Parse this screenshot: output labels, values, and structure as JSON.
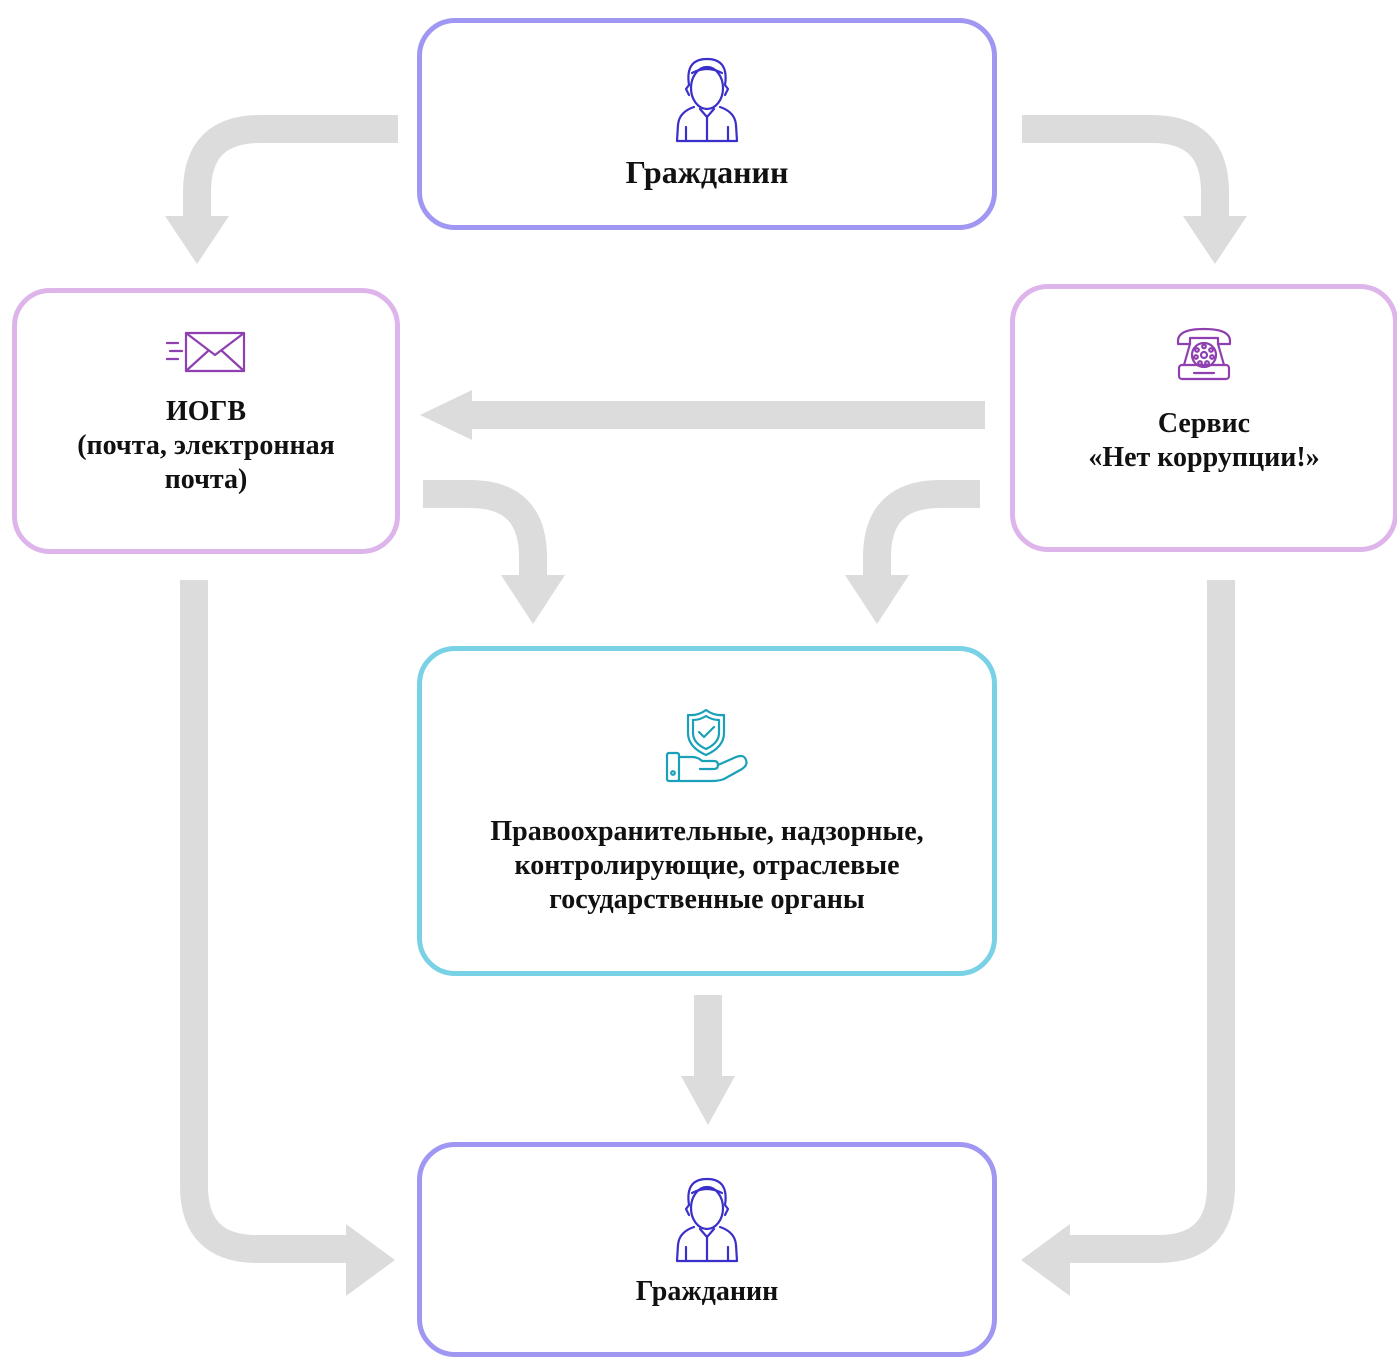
{
  "nodes": {
    "citizen_top": {
      "label": "Гражданин",
      "icon": "person-icon",
      "border_color": "#9f97f2",
      "icon_color": "#3a2fc9"
    },
    "iogv": {
      "label": "ИОГВ\n(почта, электронная\nпочта)",
      "icon": "envelope-icon",
      "border_color": "#ddb5ea",
      "icon_color": "#8e3fb0"
    },
    "service": {
      "label": "Сервис\n«Нет коррупции!»",
      "icon": "telephone-icon",
      "border_color": "#ddb5ea",
      "icon_color": "#8e3fb0"
    },
    "agencies": {
      "label": "Правоохранительные, надзорные,\nконтролирующие, отраслевые\nгосударственные органы",
      "icon": "shield-hand-icon",
      "border_color": "#78d1e5",
      "icon_color": "#1aa0b8"
    },
    "citizen_bottom": {
      "label": "Гражданин",
      "icon": "person-icon",
      "border_color": "#9f97f2",
      "icon_color": "#3a2fc9"
    }
  },
  "edges": [
    {
      "from": "citizen_top",
      "to": "iogv"
    },
    {
      "from": "citizen_top",
      "to": "service"
    },
    {
      "from": "service",
      "to": "iogv"
    },
    {
      "from": "iogv",
      "to": "agencies"
    },
    {
      "from": "service",
      "to": "agencies"
    },
    {
      "from": "agencies",
      "to": "citizen_bottom"
    },
    {
      "from": "iogv",
      "to": "citizen_bottom"
    },
    {
      "from": "service",
      "to": "citizen_bottom"
    }
  ],
  "arrow_color": "#dcdcdc"
}
